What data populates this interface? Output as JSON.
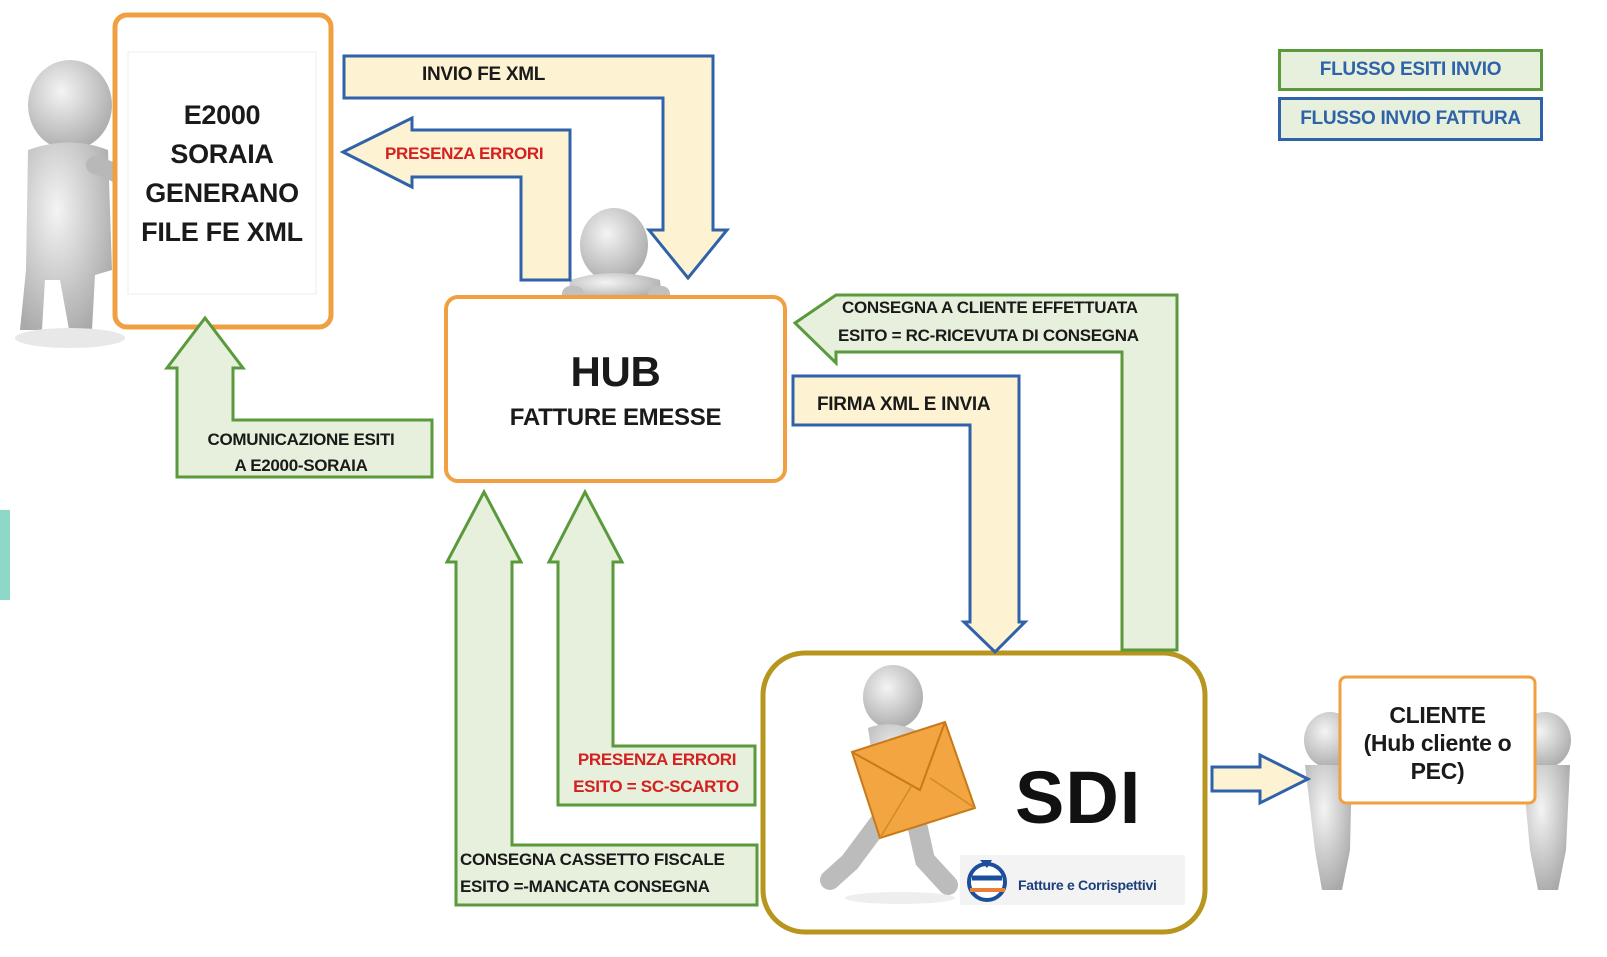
{
  "legend": {
    "esiti": "FLUSSO ESITI INVIO",
    "invio": "FLUSSO INVIO FATTURA"
  },
  "nodes": {
    "e2000": [
      "E2000",
      "SORAIA",
      "GENERANO",
      "FILE FE XML"
    ],
    "hub_title": "HUB",
    "hub_subtitle": "FATTURE EMESSE",
    "sdi": "SDI",
    "sdi_logo_text": "Fatture e Corrispettivi",
    "cliente": [
      "CLIENTE",
      "(Hub cliente o",
      "PEC)"
    ]
  },
  "flows": {
    "invio_fe_xml": "INVIO FE XML",
    "presenza_errori_top": "PRESENZA ERRORI",
    "consegna_cliente_1": "CONSEGNA A CLIENTE EFFETTUATA",
    "consegna_cliente_2": "ESITO = RC-RICEVUTA DI CONSEGNA",
    "firma_xml": "FIRMA XML E INVIA",
    "comunicazione_1": "COMUNICAZIONE ESITI",
    "comunicazione_2": "A E2000-SORAIA",
    "scarto_1": "PRESENZA ERRORI",
    "scarto_2": "ESITO = SC-SCARTO",
    "cassetto_1": "CONSEGNA CASSETTO FISCALE",
    "cassetto_2": "ESITO =-MANCATA CONSEGNA"
  },
  "colors": {
    "flow_invio_fill": "#fdf2d2",
    "flow_invio_stroke": "#2f62a8",
    "flow_esiti_fill": "#e6f0dc",
    "flow_esiti_stroke": "#5a9a3c",
    "box_orange": "#f0a040",
    "box_gold": "#b8961e",
    "error_text": "#d42020",
    "figure": "#cfcfcf",
    "envelope": "#f2a540"
  }
}
